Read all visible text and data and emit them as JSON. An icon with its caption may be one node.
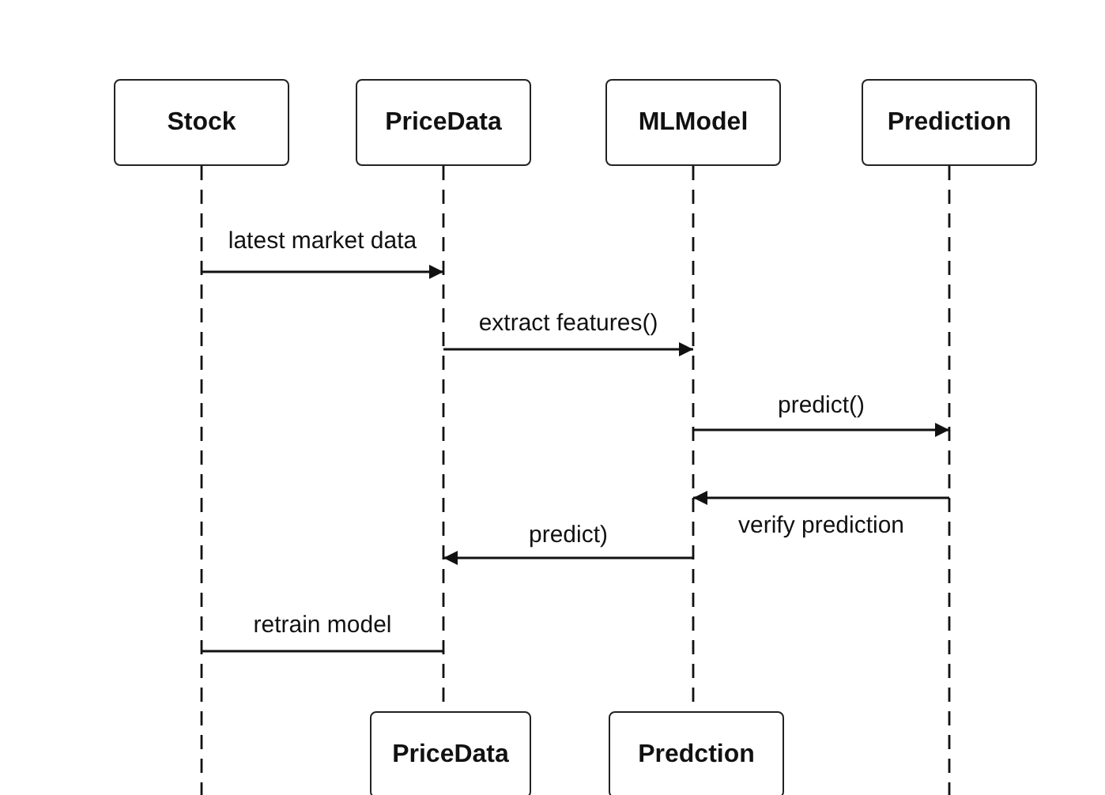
{
  "diagram": {
    "nodes": [
      {
        "text": [
          "Stock"
        ]
      },
      {
        "text": [
          "PriceData"
        ]
      },
      {
        "text": [
          "MLModel"
        ]
      },
      {
        "text": [
          "Prediction"
        ]
      },
      {
        "text": [
          "PriceData"
        ]
      },
      {
        "text": [
          "Predction"
        ]
      }
    ],
    "edges": [
      {
        "from": 0,
        "to": 1,
        "arrow": "to",
        "label": "latest market data"
      },
      {
        "from": 1,
        "to": 2,
        "arrow": "to",
        "label": "extract features()"
      },
      {
        "from": 2,
        "to": 3,
        "arrow": "to",
        "label": "predict()"
      },
      {
        "from": 3,
        "to": 2,
        "arrow": "to",
        "label": "verify prediction"
      },
      {
        "from": 2,
        "to": 1,
        "arrow": "to",
        "label": "predict)"
      },
      {
        "from": 0,
        "to": 1,
        "arrow": "none",
        "label": "retrain model"
      }
    ]
  }
}
